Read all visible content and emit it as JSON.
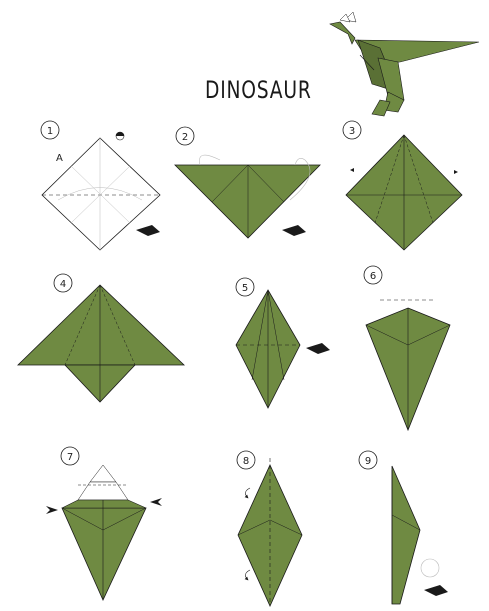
{
  "title": "DINOSAUR",
  "colors": {
    "paper_green": "#6f8a42",
    "paper_dark": "#5a7035",
    "line": "#1a1a1a",
    "paper_white": "#ffffff"
  },
  "steps": [
    {
      "number": "1",
      "annotation": "A"
    },
    {
      "number": "2"
    },
    {
      "number": "3"
    },
    {
      "number": "4"
    },
    {
      "number": "5"
    },
    {
      "number": "6"
    },
    {
      "number": "7"
    },
    {
      "number": "8"
    },
    {
      "number": "9"
    }
  ],
  "icons": [
    "turn-over-arrow-icon",
    "fold-arrow-icon",
    "valley-fold-line",
    "mountain-fold-line"
  ]
}
